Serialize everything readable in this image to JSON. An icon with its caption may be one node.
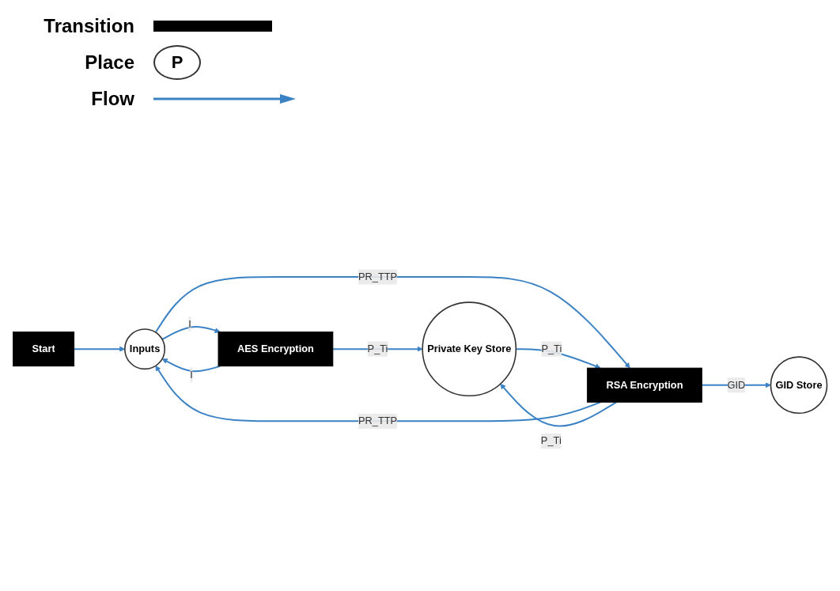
{
  "diagram": {
    "nodes": [
      {
        "text": [
          "Start"
        ]
      },
      {
        "text": [
          "Inputs"
        ]
      },
      {
        "text": [
          "AES Encryption"
        ]
      },
      {
        "text": [
          "Private Key Store"
        ]
      },
      {
        "text": [
          "RSA Encryption"
        ]
      },
      {
        "text": [
          "GID Store"
        ]
      }
    ],
    "edges": [
      {
        "from": 0,
        "to": 1,
        "arrow": "to"
      },
      {
        "from": 1,
        "to": 2,
        "arrow": "to",
        "label": "I"
      },
      {
        "from": 2,
        "to": 1,
        "arrow": "to",
        "label": "I"
      },
      {
        "from": 2,
        "to": 3,
        "arrow": "to",
        "label": "P_Ti"
      },
      {
        "from": 1,
        "to": 4,
        "arrow": "to",
        "label": "PR_TTP"
      },
      {
        "from": 4,
        "to": 1,
        "arrow": "to",
        "label": "PR_TTP"
      },
      {
        "from": 3,
        "to": 4,
        "arrow": "to",
        "label": "P_Ti"
      },
      {
        "from": 4,
        "to": 3,
        "arrow": "to",
        "label": "P_Ti"
      },
      {
        "from": 4,
        "to": 5,
        "arrow": "to",
        "label": "GID"
      }
    ],
    "labels": [
      "P"
    ],
    "legend": [
      {
        "text": "Transition"
      },
      {
        "text": "Place"
      },
      {
        "text": "Flow"
      }
    ]
  }
}
